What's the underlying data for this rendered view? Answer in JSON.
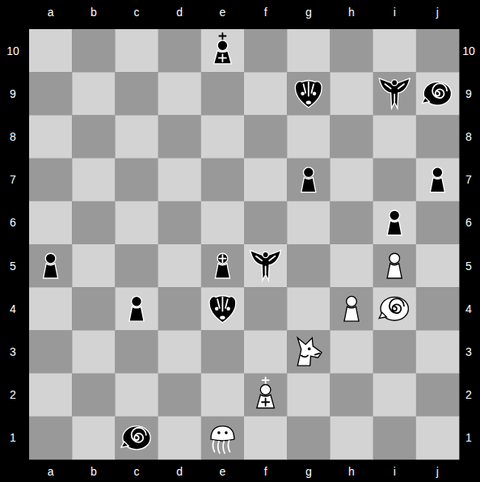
{
  "diagram": {
    "labels": [
      "a",
      "b",
      "c",
      "d",
      "e",
      "f",
      "g",
      "h",
      "i",
      "j",
      "10",
      "10",
      "9",
      "9",
      "8",
      "8",
      "7",
      "7",
      "6",
      "6",
      "5",
      "5",
      "4",
      "4",
      "3",
      "3",
      "2",
      "2",
      "1",
      "1",
      "a",
      "b",
      "c",
      "d",
      "e",
      "f",
      "g",
      "h",
      "i",
      "j"
    ]
  }
}
